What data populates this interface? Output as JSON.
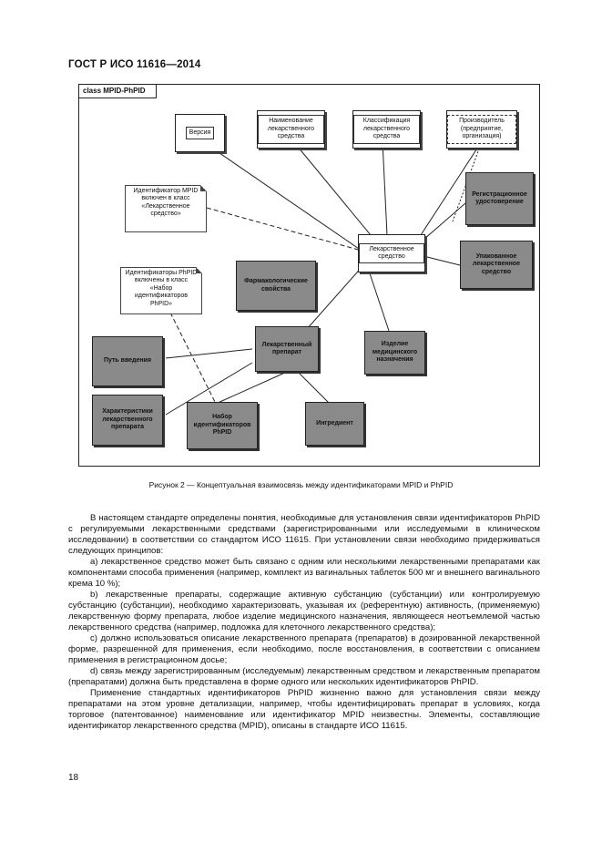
{
  "header": {
    "standard": "ГОСТ Р ИСО 11616—2014"
  },
  "diagram": {
    "class_label": "class MPID-PhPID",
    "boxes": {
      "version": "Версия",
      "name": "Наименование лекарственного средства",
      "classification": "Классификация лекарственного средства",
      "manufacturer": "Производитель (предприятие, организация)",
      "reg_cert": "Регистрационное удостоверение",
      "medicinal_product": "Лекарственное средство",
      "packaged_product": "Упакованное лекарственное средство",
      "pharmacological": "Фармакологические свойства",
      "pharm_product": "Лекарственный препарат",
      "device": "Изделие медицинского назначения",
      "route": "Путь введения",
      "characteristics": "Характеристики лекарственного препарата",
      "phpid_set": "Набор идентификаторов PhPID",
      "ingredient": "Ингредиент"
    },
    "notes": {
      "mpid_note": "Идентификатор MPID включен в класс «Лекарственное средство»",
      "phpid_note": "Идентификаторы PhPID включены в класс «Набор идентификаторов PhPID»"
    }
  },
  "caption": "Рисунок 2 — Концептуальная взаимосвязь между идентификаторами MPID и PhPID",
  "paragraphs": [
    "В настоящем стандарте определены понятия, необходимые для установления связи идентификаторов PhPID с регулируемыми лекарственными средствами (зарегистрированными или исследуемыми в клиническом исследовании) в соответствии со стандартом ИСО 11615. При установлении связи необходимо придерживаться следующих принципов:",
    "a) лекарственное средство может быть связано с одним или несколькими лекарственными препаратами как компонентами способа применения (например, комплект из вагинальных таблеток 500 мг и внешнего вагинального крема 10 %);",
    "b) лекарственные препараты, содержащие активную субстанцию (субстанции) или контролируемую субстанцию (субстанции), необходимо характеризовать, указывая их (референтную) активность, (применяемую) лекарственную форму препарата, любое изделие медицинского назначения, являющееся неотъемлемой частью лекарственного средства (например, подложка для клеточного лекарственного средства);",
    "c) должно использоваться описание лекарственного препарата (препаратов) в дозированной лекарственной форме, разрешенной для применения, если необходимо, после восстановления, в соответствии с описанием применения в регистрационном досье;",
    "d) связь между зарегистрированным (исследуемым) лекарственным средством и лекарственным препаратом (препаратами) должна быть представлена в форме одного или нескольких идентификаторов PhPID.",
    "Применение стандартных идентификаторов PhPID жизненно важно для установления связи между препаратами на этом уровне детализации, например, чтобы идентифицировать препарат в условиях, когда торговое (патентованное) наименование или идентификатор MPID неизвестны. Элементы, составляющие идентификатор лекарственного средства (MPID), описаны в стандарте ИСО 11615."
  ],
  "page_number": "18"
}
